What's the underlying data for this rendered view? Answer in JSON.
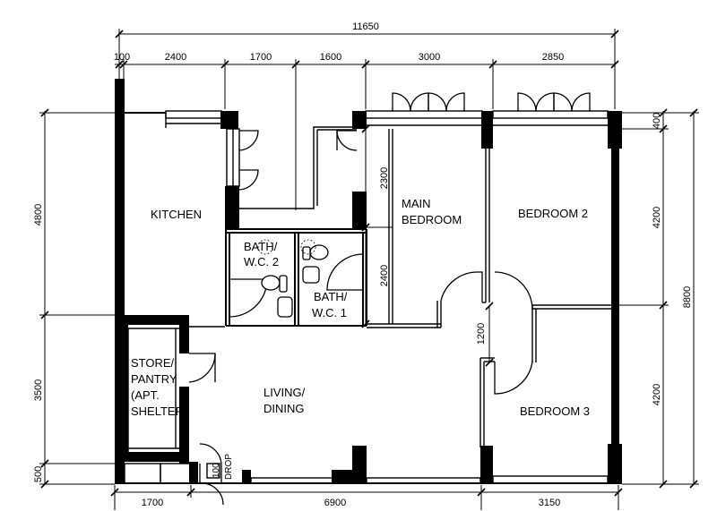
{
  "rooms": {
    "kitchen": "KITCHEN",
    "bath_wc2": [
      "BATH/",
      "W.C. 2"
    ],
    "bath_wc1": [
      "BATH/",
      "W.C. 1"
    ],
    "main_bedroom": [
      "MAIN",
      "BEDROOM"
    ],
    "bedroom2": "BEDROOM 2",
    "bedroom3": "BEDROOM 3",
    "store_pantry": [
      "STORE/",
      "PANTRY",
      "(APT.",
      "SHELTER)"
    ],
    "living_dining": [
      "LIVING/",
      "DINING"
    ]
  },
  "refuse_chute": [
    "100",
    "DROP"
  ],
  "dimensions": {
    "top_overall": "11650",
    "top_segments": [
      "100",
      "2400",
      "1700",
      "1600",
      "3000",
      "2850"
    ],
    "bottom_segments": [
      "1700",
      "6900",
      "3150"
    ],
    "left_segments": [
      "4800",
      "3500",
      "500"
    ],
    "right_segments": [
      "400",
      "4200",
      "4200"
    ],
    "right_overall": "8800",
    "interior": [
      "2300",
      "2400",
      "1200"
    ]
  }
}
